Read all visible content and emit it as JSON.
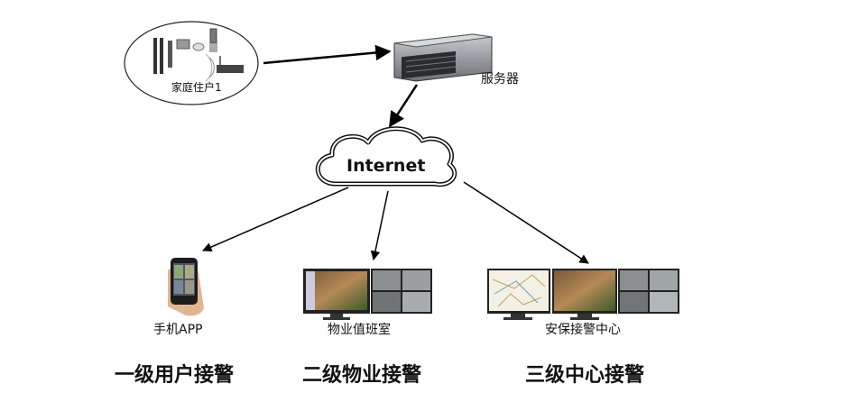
{
  "nodes": {
    "household": "家庭住户1",
    "server": "服务器",
    "internet": "Internet",
    "mobile_app": "手机APP",
    "property_room": "物业值班室",
    "security_center": "安保接警中心"
  },
  "levels": {
    "level1": "一级用户接警",
    "level2": "二级物业接警",
    "level3": "三级中心接警"
  }
}
